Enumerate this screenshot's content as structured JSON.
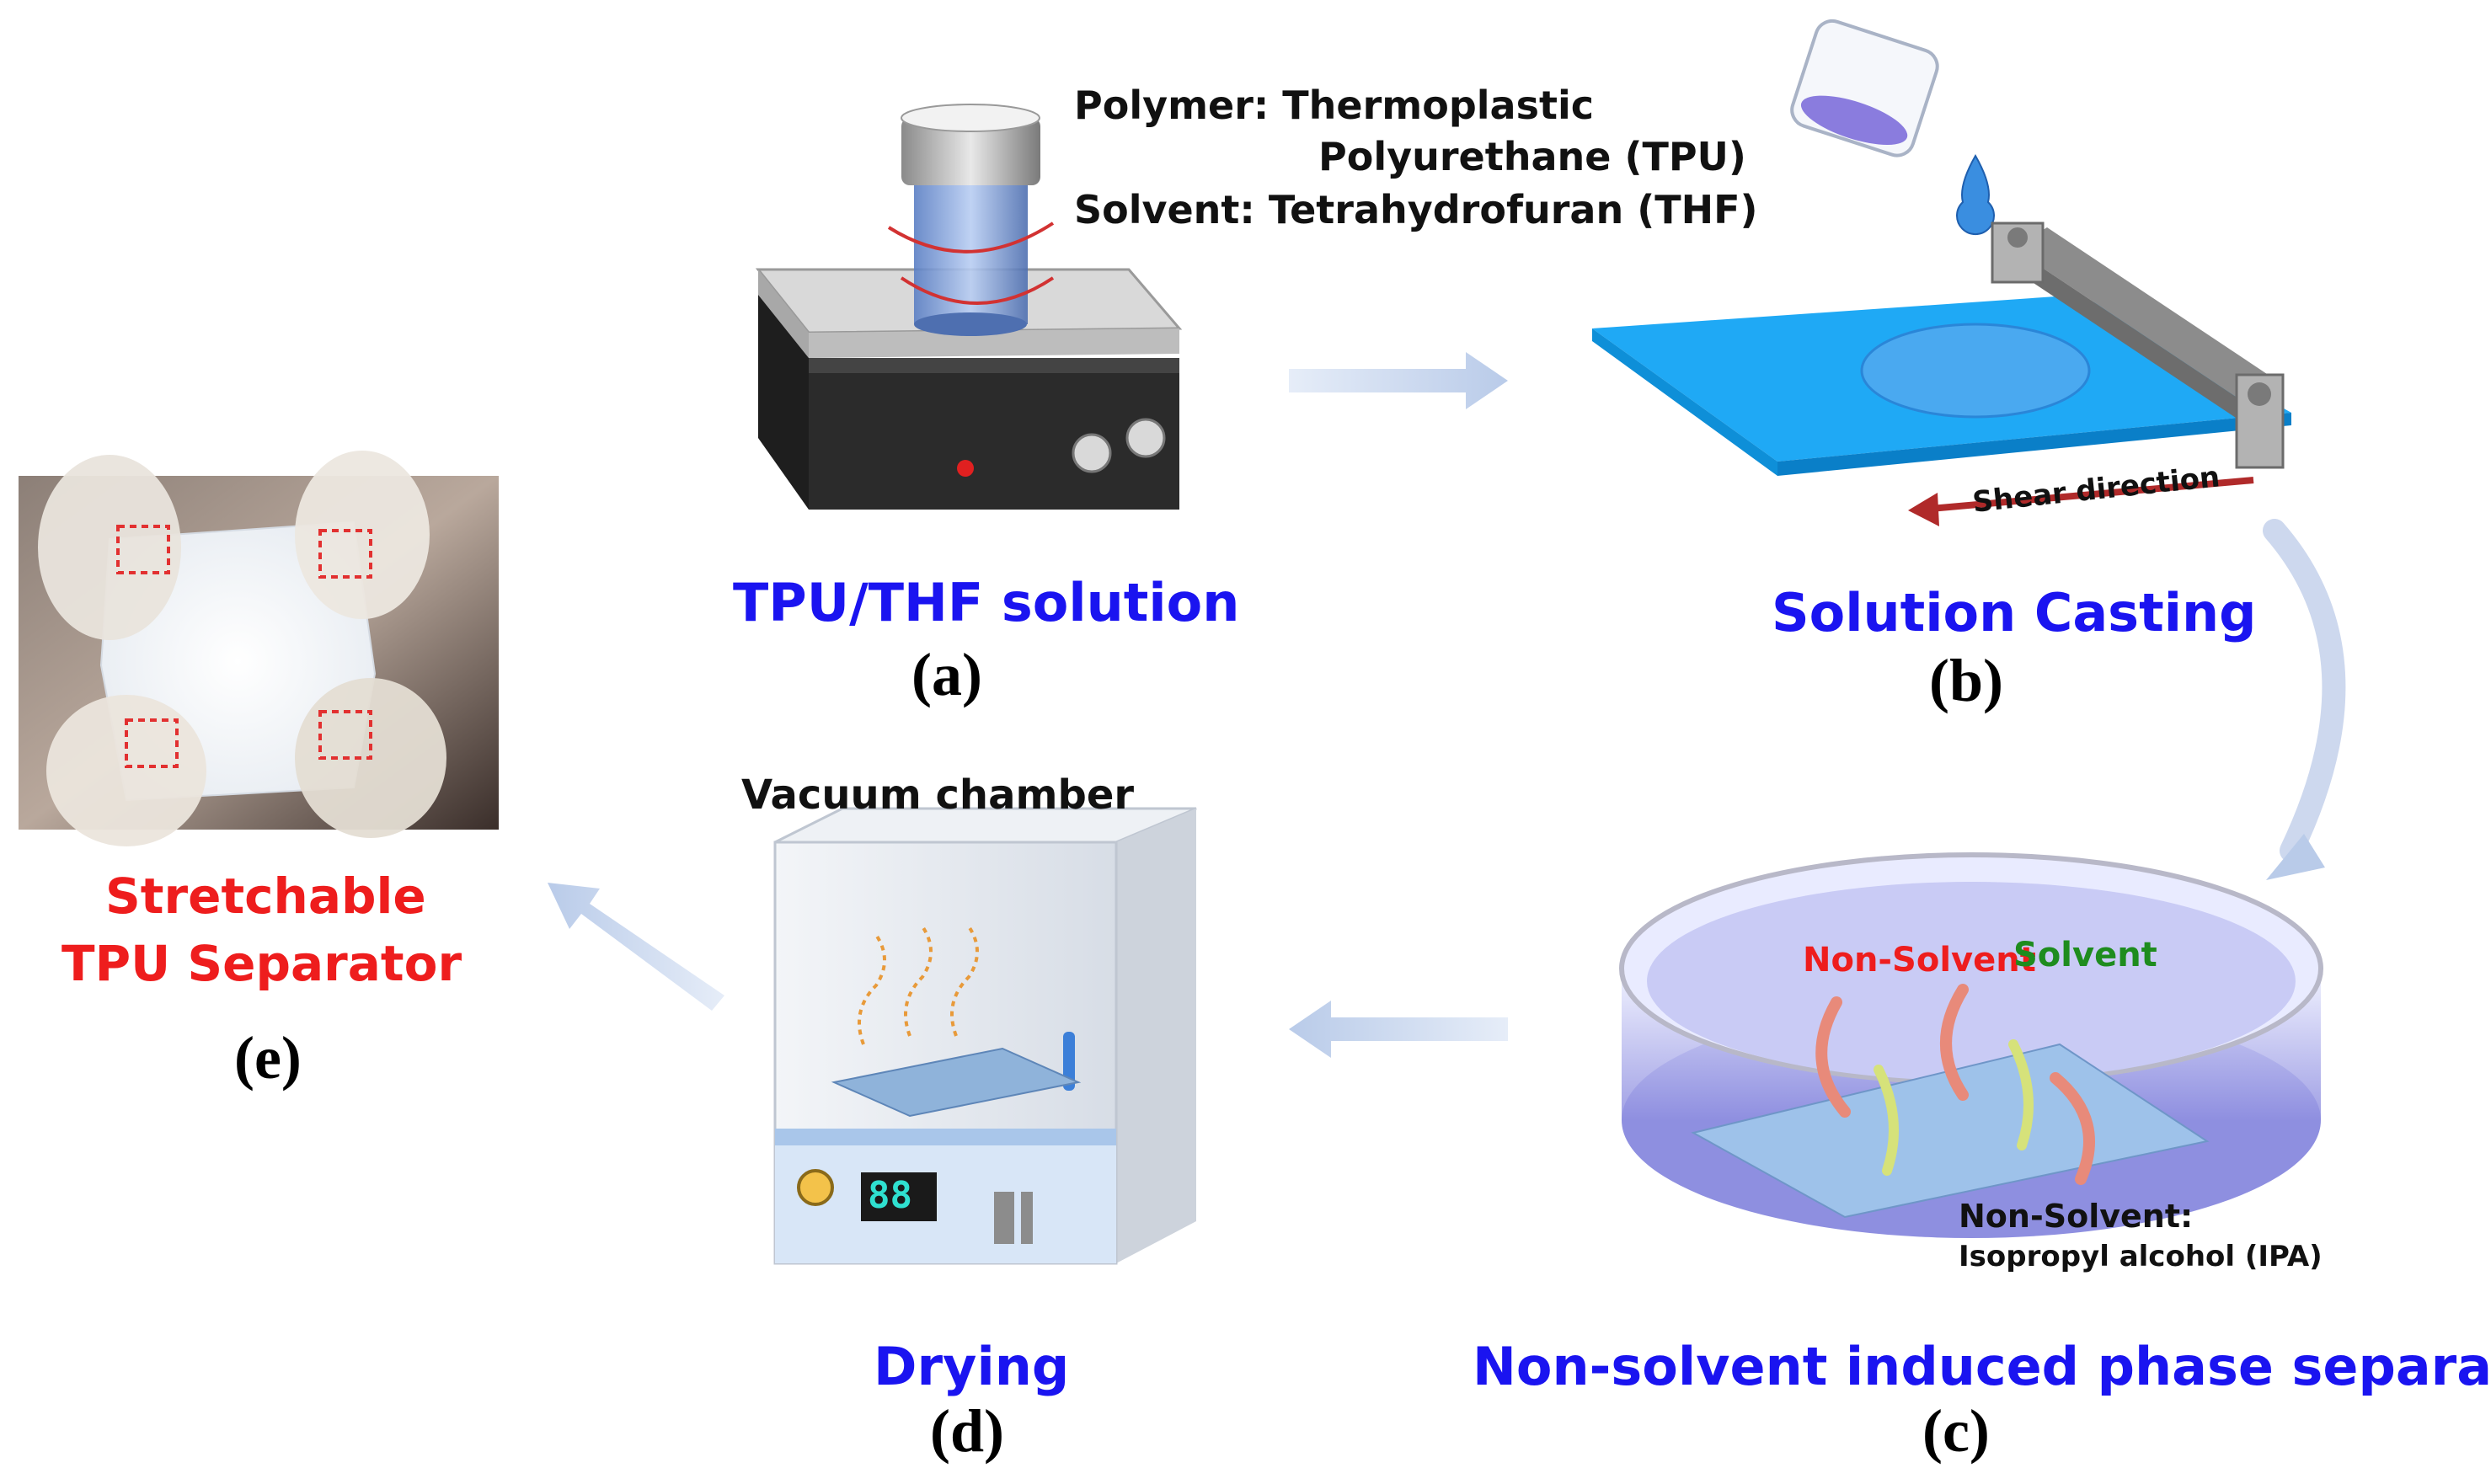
{
  "steps": {
    "a": {
      "caption": "TPU/THF solution",
      "letter": "(a)",
      "note_polymer_1": "Polymer: Thermoplastic",
      "note_polymer_2": "Polyurethane (TPU)",
      "note_solvent": "Solvent: Tetrahydrofuran (THF)"
    },
    "b": {
      "caption": "Solution Casting",
      "letter": "(b)",
      "shear": "Shear direction"
    },
    "c": {
      "caption": "Non-solvent induced phase separation",
      "letter": "(c)",
      "non_solvent_label": "Non-Solvent",
      "solvent_label": "Solvent",
      "note_1": "Non-Solvent:",
      "note_2": "Isopropyl alcohol (IPA)"
    },
    "d": {
      "caption": "Drying",
      "letter": "(d)",
      "chamber": "Vacuum chamber",
      "display": "88"
    },
    "e": {
      "caption_1": "Stretchable",
      "caption_2": "TPU Separator",
      "letter": "(e)"
    }
  },
  "colors": {
    "caption_blue": "#1a14f0",
    "highlight_red": "#ee1d1d",
    "solvent_green": "#1e8c1e",
    "arrow": "#c9d6ee"
  }
}
